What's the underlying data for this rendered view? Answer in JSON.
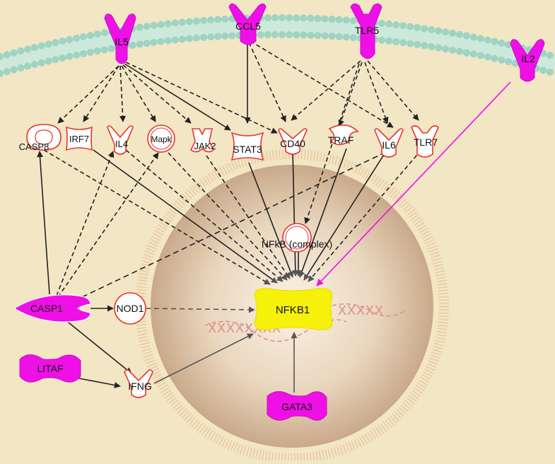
{
  "colors": {
    "background": "#f2e6c4",
    "membrane": "#a9d7c6",
    "membrane_dark": "#8cc6b4",
    "magenta": "#ee10e6",
    "highlight": "#f6f00a",
    "outline_red": "#e8362c",
    "edge": "#222222",
    "nucleus": "#ddc7a6",
    "dna": "#dc8c8c"
  },
  "nodes": {
    "il5": "IL5",
    "ccl5": "CCL5",
    "tlr5": "TLR5",
    "il2": "IL2",
    "casp8": "CASP8",
    "irf7": "IRF7",
    "il4": "IL4",
    "mapk": "Mapk",
    "jak2": "JAK2",
    "stat3": "STAT3",
    "cd40": "CD40",
    "traf": "TRAF",
    "il6": "IL6",
    "tlr7": "TLR7",
    "nfkb_complex": "NFkB (complex)",
    "casp1": "CASP1",
    "nod1": "NOD1",
    "nfkb1": "NFKB1",
    "litaf": "LITAF",
    "ifng": "IFNG",
    "gata3": "GATA3"
  }
}
